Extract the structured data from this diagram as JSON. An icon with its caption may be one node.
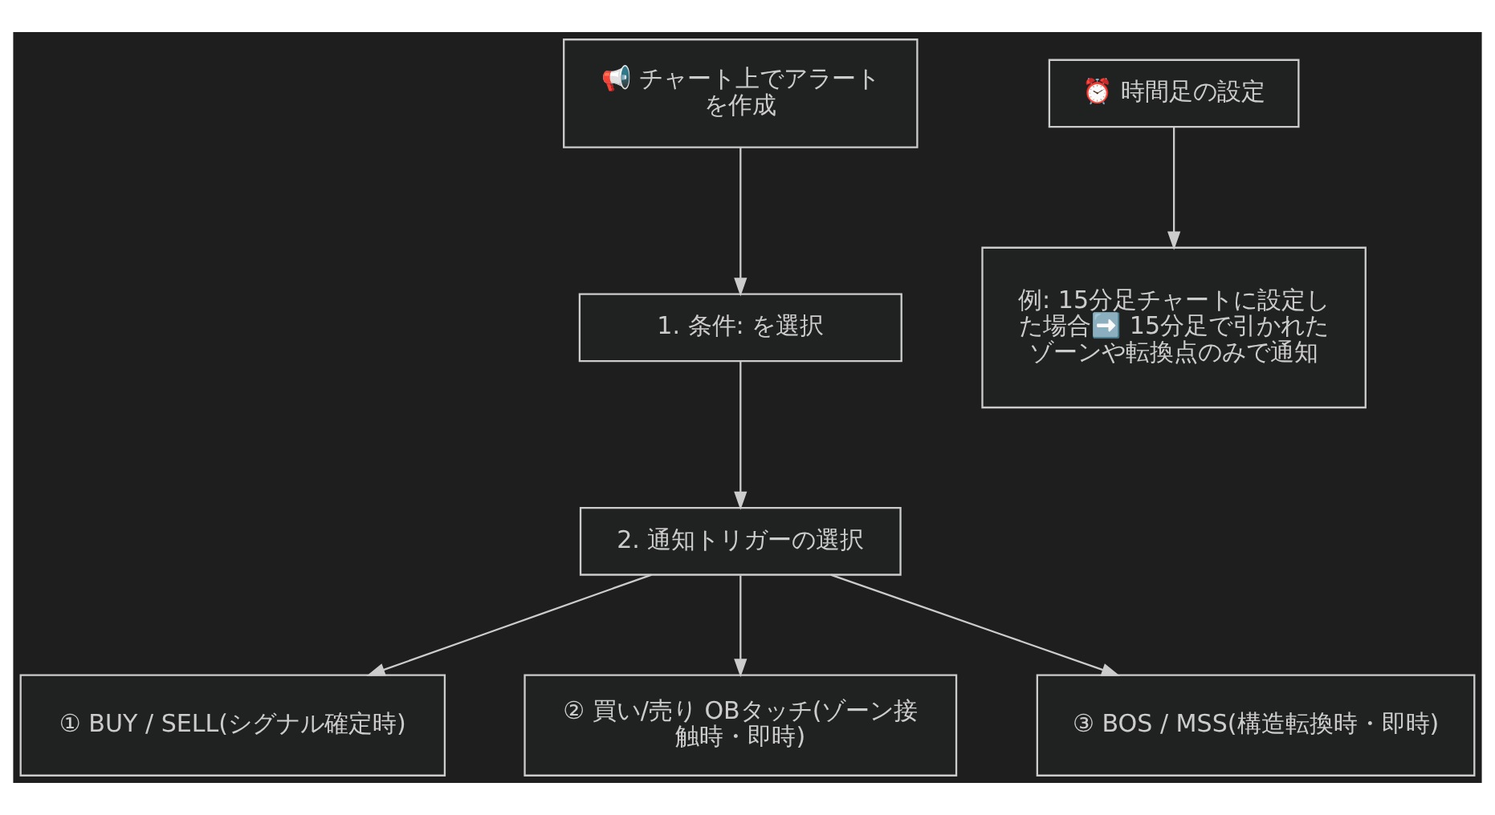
{
  "diagram": {
    "nodes": [
      {
        "text": [
          "📢 チャート上でアラートを作成"
        ]
      },
      {
        "text": [
          "1. 条件: を選択"
        ]
      },
      {
        "text": [
          "2. 通知トリガーの選択"
        ]
      },
      {
        "text": [
          "① BUY / SELL(シグナル確定時)"
        ]
      },
      {
        "text": [
          "② 買い/売り OBタッチ(ゾーン接触時・即時)"
        ]
      },
      {
        "text": [
          "③ BOS / MSS(構造転換時・即時)"
        ]
      },
      {
        "text": [
          "⏰ 時間足の設定"
        ]
      },
      {
        "text": [
          "例: 15分足チャートに設定した場合➡️ 15分足で引かれたゾーンや転換点のみで通知"
        ]
      }
    ],
    "edges": [
      {
        "from": 0,
        "to": 1,
        "arrow": "to"
      },
      {
        "from": 1,
        "to": 2,
        "arrow": "to"
      },
      {
        "from": 2,
        "to": 3,
        "arrow": "to"
      },
      {
        "from": 2,
        "to": 4,
        "arrow": "to"
      },
      {
        "from": 2,
        "to": 5,
        "arrow": "to"
      },
      {
        "from": 6,
        "to": 7,
        "arrow": "to"
      }
    ]
  }
}
